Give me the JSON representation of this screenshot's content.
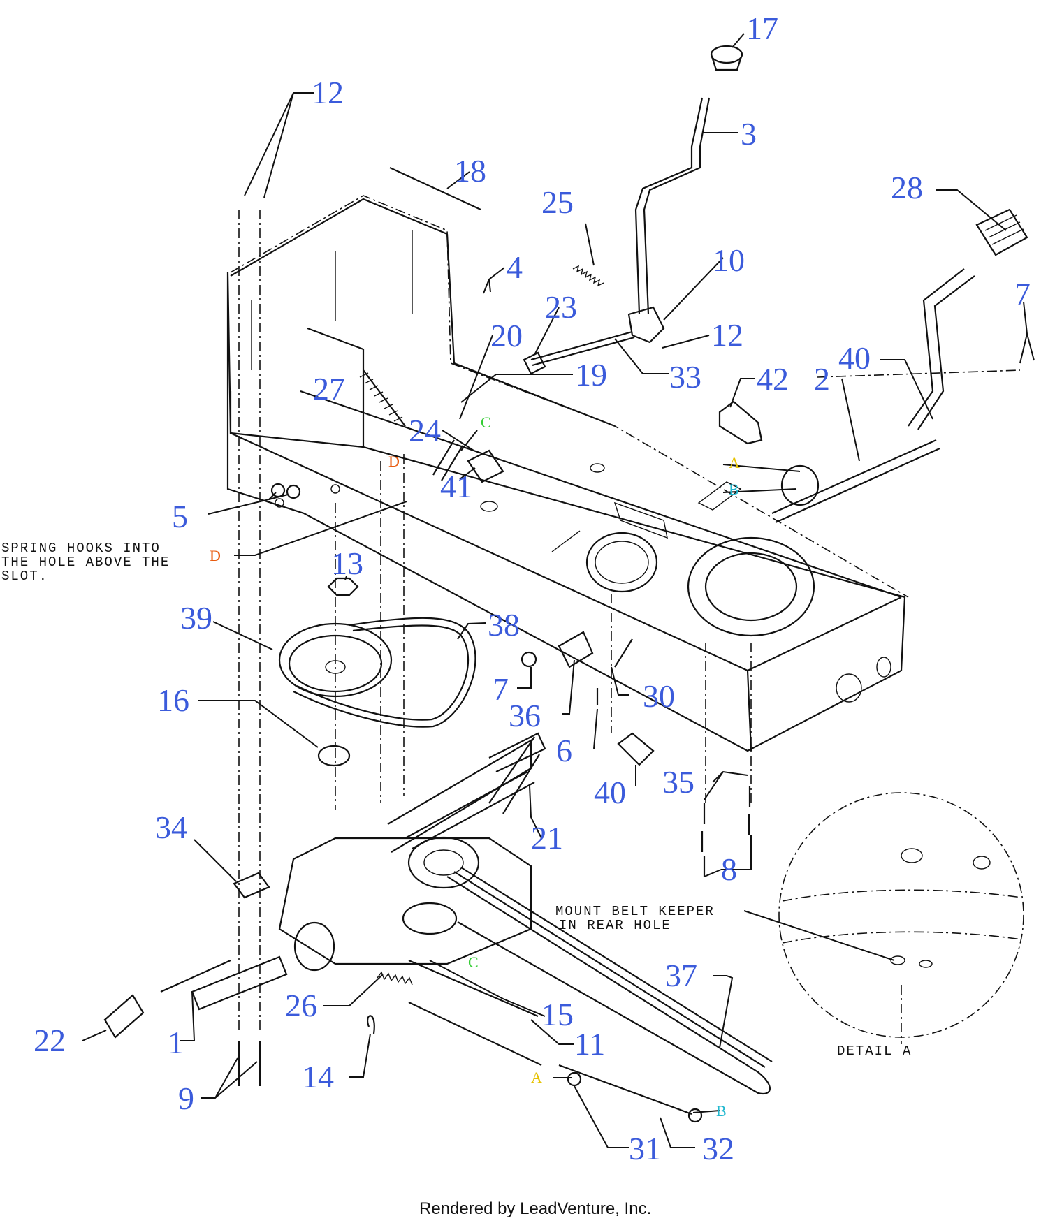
{
  "labels": [
    {
      "text": "17"
    },
    {
      "text": "12"
    },
    {
      "text": "3"
    },
    {
      "text": "18"
    },
    {
      "text": "28"
    },
    {
      "text": "25"
    },
    {
      "text": "4"
    },
    {
      "text": "10"
    },
    {
      "text": "7"
    },
    {
      "text": "23"
    },
    {
      "text": "12"
    },
    {
      "text": "20"
    },
    {
      "text": "40"
    },
    {
      "text": "27"
    },
    {
      "text": "19"
    },
    {
      "text": "33"
    },
    {
      "text": "42"
    },
    {
      "text": "2"
    },
    {
      "text": "24"
    },
    {
      "text": "41"
    },
    {
      "text": "5"
    },
    {
      "text": "13"
    },
    {
      "text": "38"
    },
    {
      "text": "39"
    },
    {
      "text": "7"
    },
    {
      "text": "16"
    },
    {
      "text": "36"
    },
    {
      "text": "30"
    },
    {
      "text": "6"
    },
    {
      "text": "35"
    },
    {
      "text": "40"
    },
    {
      "text": "34"
    },
    {
      "text": "21"
    },
    {
      "text": "8"
    },
    {
      "text": "37"
    },
    {
      "text": "26"
    },
    {
      "text": "15"
    },
    {
      "text": "22"
    },
    {
      "text": "1"
    },
    {
      "text": "11"
    },
    {
      "text": "9"
    },
    {
      "text": "14"
    },
    {
      "text": "31"
    },
    {
      "text": "32"
    }
  ],
  "refs": [
    {
      "text": "C",
      "color": "#33cc33"
    },
    {
      "text": "D",
      "color": "#e8590c"
    },
    {
      "text": "A",
      "color": "#e6c200"
    },
    {
      "text": "B",
      "color": "#22b8cf"
    },
    {
      "text": "D",
      "color": "#e8590c"
    },
    {
      "text": "C",
      "color": "#33cc33"
    },
    {
      "text": "A",
      "color": "#e6c200"
    },
    {
      "text": "B",
      "color": "#22b8cf"
    }
  ],
  "notes": {
    "spring_line1": "SPRING HOOKS INTO",
    "spring_line2": "THE HOLE ABOVE THE",
    "spring_line3": "SLOT.",
    "keeper_line1": "MOUNT BELT KEEPER",
    "keeper_line2": "IN REAR HOLE",
    "detail": "DETAIL A"
  },
  "credit": "Rendered by LeadVenture, Inc.",
  "colors": {
    "callout": "#3b5bdb",
    "linework": "#111111"
  }
}
